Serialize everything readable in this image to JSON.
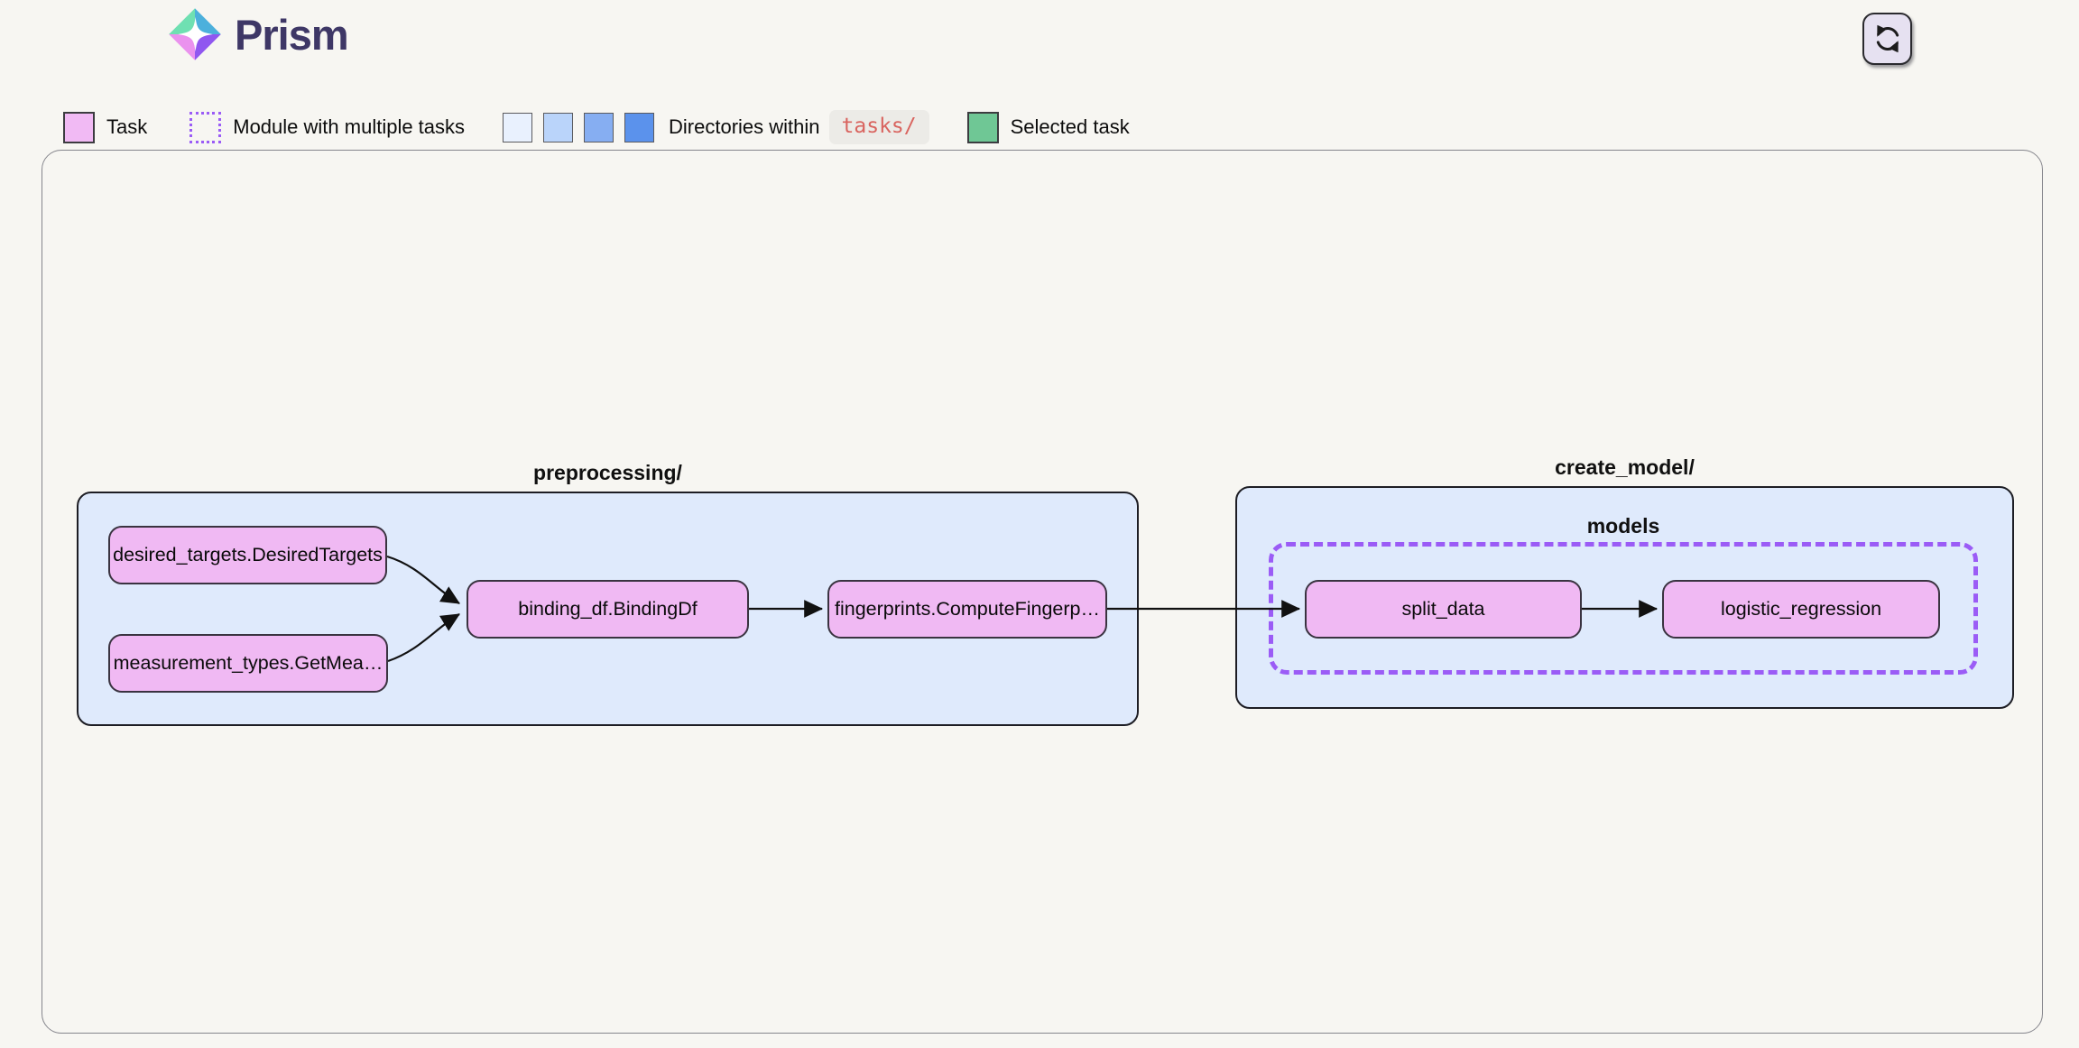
{
  "app": {
    "title": "Prism",
    "brand_color": "#3e3766"
  },
  "header": {
    "refresh_button": {
      "icon": "refresh-icon"
    }
  },
  "legend": {
    "task": {
      "label": "Task",
      "fill": "#f1baf4"
    },
    "module": {
      "label": "Module with multiple tasks",
      "border": "#9b5cf6"
    },
    "directories": {
      "label": "Directories within",
      "code": "tasks/",
      "code_color": "#d9645f",
      "swatches": [
        "#e9f1fe",
        "#bad4fa",
        "#86aef2",
        "#5b92ec"
      ]
    },
    "selected": {
      "label": "Selected task",
      "fill": "#6fc795"
    }
  },
  "diagram": {
    "groups": [
      {
        "id": "preprocessing",
        "label": "preprocessing/",
        "fill": "#dfeafc"
      },
      {
        "id": "create_model",
        "label": "create_model/",
        "fill": "#dfeafc",
        "module": {
          "id": "models",
          "label": "models",
          "border": "#9b5cf6"
        }
      }
    ],
    "nodes": [
      {
        "id": "desired_targets",
        "label": "desired_targets.DesiredTargets",
        "group": "preprocessing",
        "fill": "#f0b9f3"
      },
      {
        "id": "measurement_types",
        "label": "measurement_types.GetMea…",
        "group": "preprocessing",
        "fill": "#f0b9f3"
      },
      {
        "id": "binding_df",
        "label": "binding_df.BindingDf",
        "group": "preprocessing",
        "fill": "#f0b9f3"
      },
      {
        "id": "fingerprints",
        "label": "fingerprints.ComputeFingerp…",
        "group": "preprocessing",
        "fill": "#f0b9f3"
      },
      {
        "id": "split_data",
        "label": "split_data",
        "group": "create_model/models",
        "fill": "#f0b9f3"
      },
      {
        "id": "logistic_regression",
        "label": "logistic_regression",
        "group": "create_model/models",
        "fill": "#f0b9f3"
      }
    ],
    "edges": [
      {
        "from": "desired_targets",
        "to": "binding_df"
      },
      {
        "from": "measurement_types",
        "to": "binding_df"
      },
      {
        "from": "binding_df",
        "to": "fingerprints"
      },
      {
        "from": "fingerprints",
        "to": "split_data"
      },
      {
        "from": "split_data",
        "to": "logistic_regression"
      }
    ]
  }
}
